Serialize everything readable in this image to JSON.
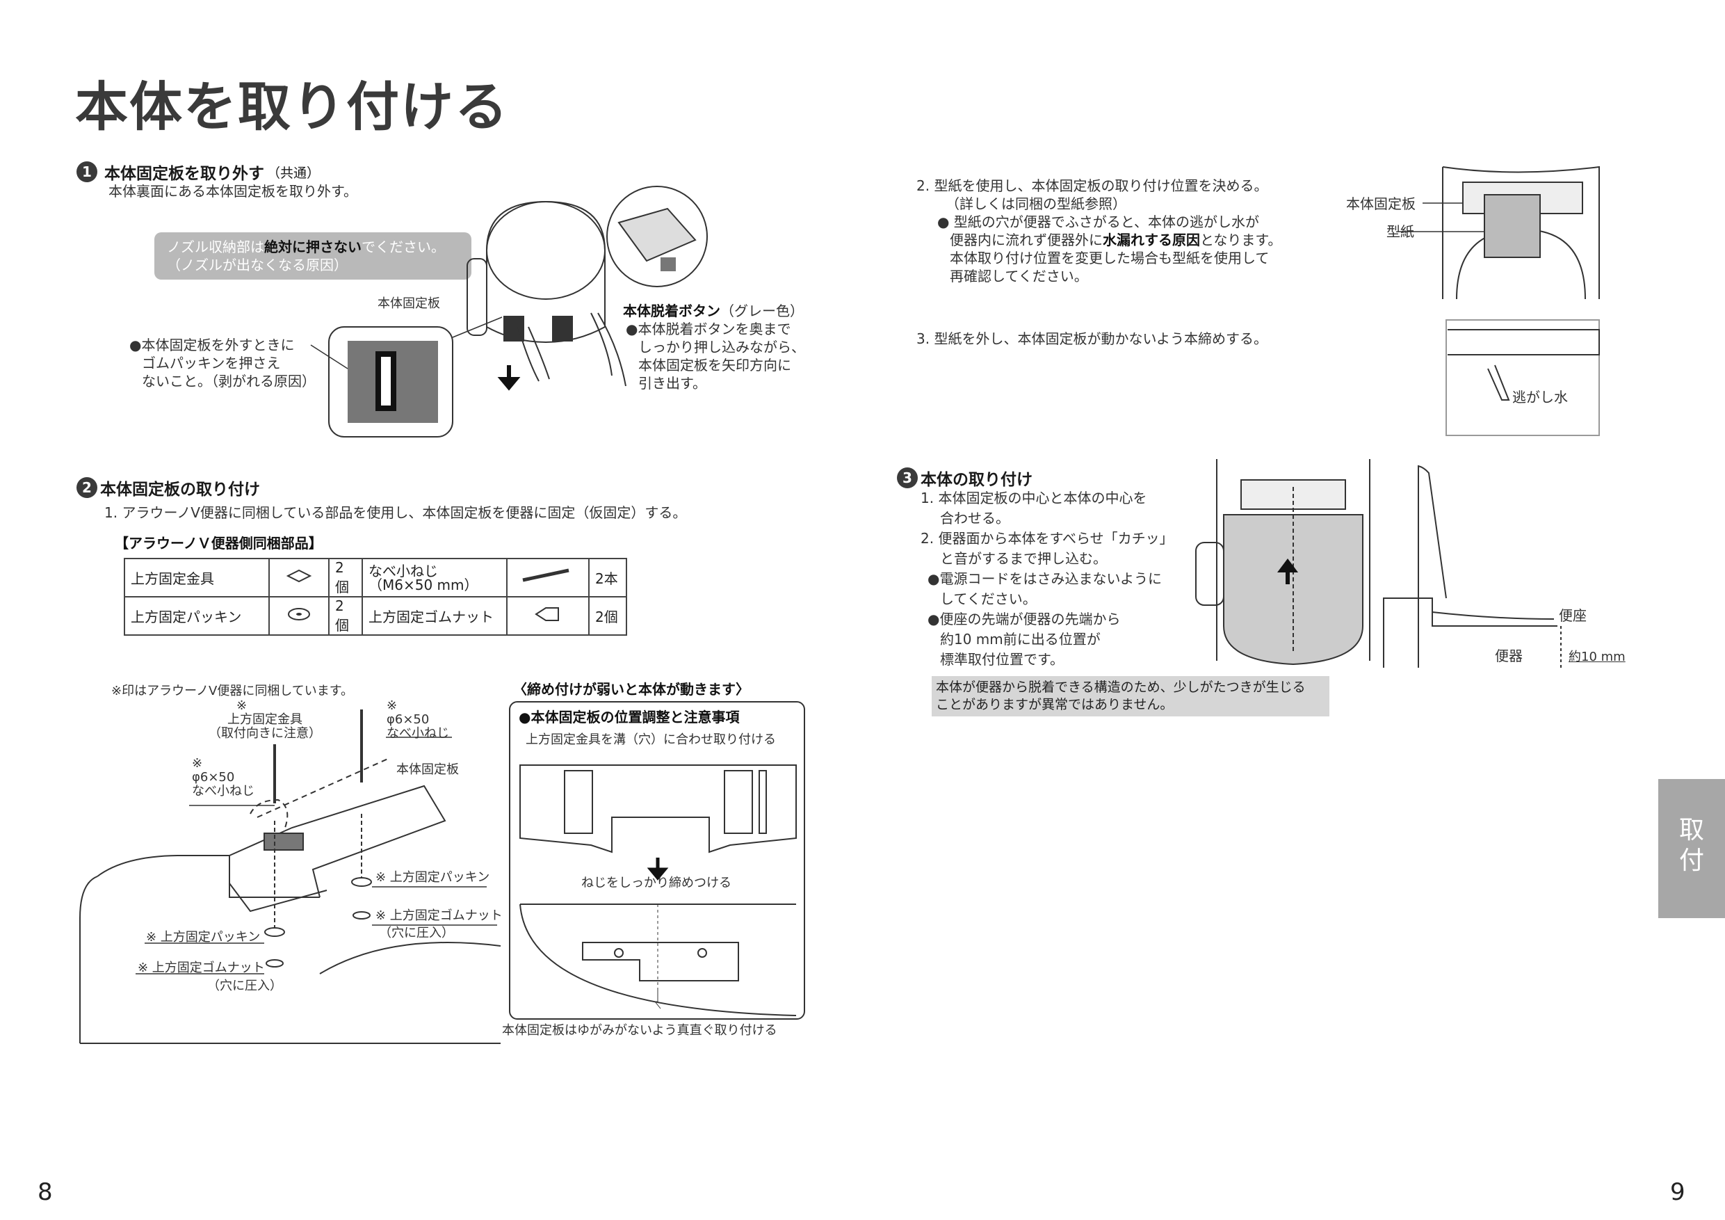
{
  "page_title": "本体を取り付ける",
  "side_tab": "取付",
  "page_numbers": {
    "left": "8",
    "right": "9"
  },
  "step1": {
    "num": "1",
    "heading": "本体固定板を取り外す",
    "heading_note": "（共通）",
    "desc": "本体裏面にある本体固定板を取り外す。",
    "warning_line1_a": "ノズル収納部は",
    "warning_line1_b": "絶対に押さない",
    "warning_line1_c": "でください。",
    "warning_line2": "（ノズルが出なくなる原因）",
    "label_plate": "本体固定板",
    "button_label": "本体脱着ボタン",
    "button_note": "（グレー色）",
    "button_desc": [
      "●本体脱着ボタンを奥まで",
      "しっかり押し込みながら、",
      "本体固定板を矢印方向に",
      "引き出す。"
    ],
    "gasket_note": [
      "●本体固定板を外すときに",
      "ゴムパッキンを押さえ",
      "ないこと。（剥がれる原因）"
    ]
  },
  "step2": {
    "num": "2",
    "heading": "本体固定板の取り付け",
    "desc": "1. アラウーノV便器に同梱している部品を使用し、本体固定板を便器に固定（仮固定）する。",
    "table_title": "【アラウーノＶ便器側同梱部品】",
    "table_rows": [
      {
        "name1": "上方固定金具",
        "qty1": "2個",
        "name2a": "なべ小ねじ",
        "name2b": "（M6×50 mm）",
        "qty2": "2本"
      },
      {
        "name1": "上方固定パッキン",
        "qty1": "2個",
        "name2a": "上方固定ゴムナット",
        "name2b": "",
        "qty2": "2個"
      }
    ],
    "asterisk_note": "※印はアラウーノV便器に同梱しています。",
    "labels": {
      "bracket": [
        "※",
        "上方固定金具",
        "（取付向きに注意）"
      ],
      "screw_left": [
        "※",
        "φ6×50",
        "なべ小ねじ"
      ],
      "screw_right": [
        "※",
        "φ6×50",
        "なべ小ねじ"
      ],
      "plate": "本体固定板",
      "packing_right": "※ 上方固定パッキン",
      "nut_right": "※ 上方固定ゴムナット",
      "nut_right_note": "（穴に圧入）",
      "packing_left": "※ 上方固定パッキン",
      "nut_left": "※ 上方固定ゴムナット",
      "nut_left_note": "（穴に圧入）"
    },
    "box_title": "〈締め付けが弱いと本体が動きます〉",
    "box_heading": "●本体固定板の位置調整と注意事項",
    "box_line1": "上方固定金具を溝（穴）に合わせ取り付ける",
    "box_line2": "ねじをしっかり締めつける",
    "box_caption": "本体固定板はゆがみがないよう真直ぐ取り付ける"
  },
  "right_step2": {
    "item2": [
      "2. 型紙を使用し、本体固定板の取り付け位置を決める。",
      "（詳しくは同梱の型紙参照）"
    ],
    "bullet_a": "● 型紙の穴が便器でふさがると、本体の逃がし水が",
    "bullet_b1": "便器内に流れず便器外に",
    "bullet_b2": "水漏れする原因",
    "bullet_b3": "となります。",
    "bullet_c": "本体取り付け位置を変更した場合も型紙を使用して",
    "bullet_d": "再確認してください。",
    "label_plate": "本体固定板",
    "label_template": "型紙",
    "item3": "3. 型紙を外し、本体固定板が動かないよう本締めする。",
    "label_water": "逃がし水"
  },
  "step3": {
    "num": "3",
    "heading": "本体の取り付け",
    "lines": [
      "1. 本体固定板の中心と本体の中心を",
      "合わせる。",
      "2. 便器面から本体をすべらせ「カチッ」",
      "と音がするまで押し込む。",
      "●電源コードをはさみ込まないように",
      "してください。",
      "●便座の先端が便器の先端から",
      "約10 mm前に出る位置が",
      "標準取付位置です。"
    ],
    "caution": [
      "本体が便器から脱着できる構造のため、少しがたつきが生じる",
      "ことがありますが異常ではありません。"
    ],
    "label_seat": "便座",
    "label_bowl": "便器",
    "label_dist": "約10 mm"
  }
}
